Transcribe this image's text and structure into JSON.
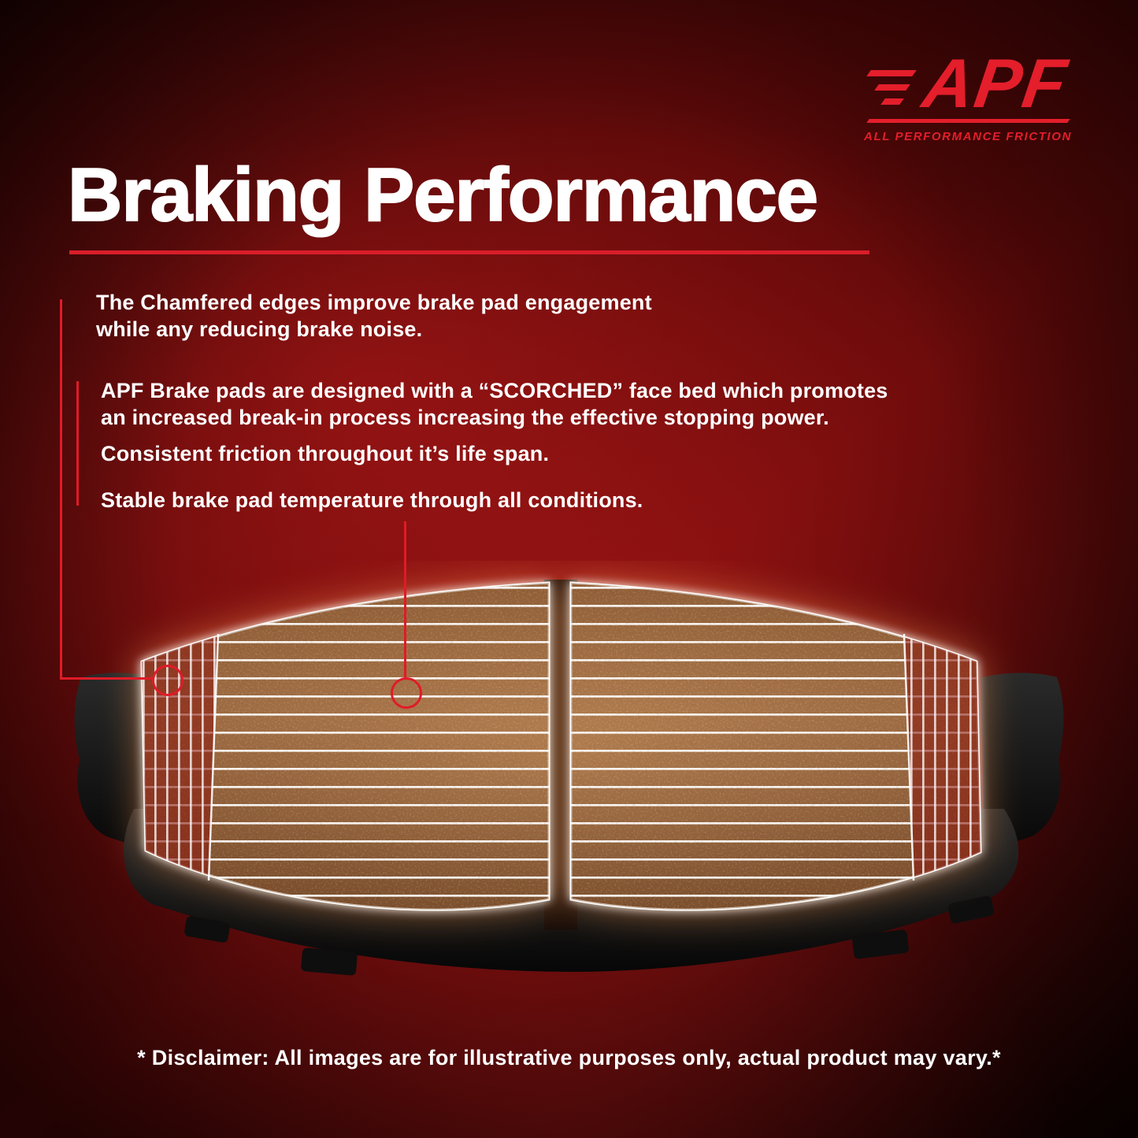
{
  "colors": {
    "accent_red": "#e01b28",
    "logo_red": "#e41e2b",
    "title_underline_red": "#d91e2a",
    "text_white": "#ffffff",
    "background_red": "#5c0808"
  },
  "logo": {
    "name": "APF",
    "tagline": "ALL PERFORMANCE FRICTION"
  },
  "header": {
    "title": "Braking Performance"
  },
  "bullets": [
    {
      "text": "The Chamfered edges improve brake pad engagement\nwhile any reducing brake noise."
    },
    {
      "text": "APF Brake pads are designed with a “SCORCHED” face bed which promotes\nan increased break-in process increasing the effective stopping power."
    },
    {
      "text": "Consistent friction throughout it’s life span."
    },
    {
      "text": "Stable brake pad temperature through all conditions."
    }
  ],
  "diagram": {
    "description": "Two brake pads with scorched lined friction surface, chamfered edges and black backing plate",
    "callouts": [
      {
        "target": "chamfered-edge"
      },
      {
        "target": "scorched-face-bed"
      }
    ]
  },
  "disclaimer": "* Disclaimer: All images are for illustrative purposes only, actual product may vary.*"
}
